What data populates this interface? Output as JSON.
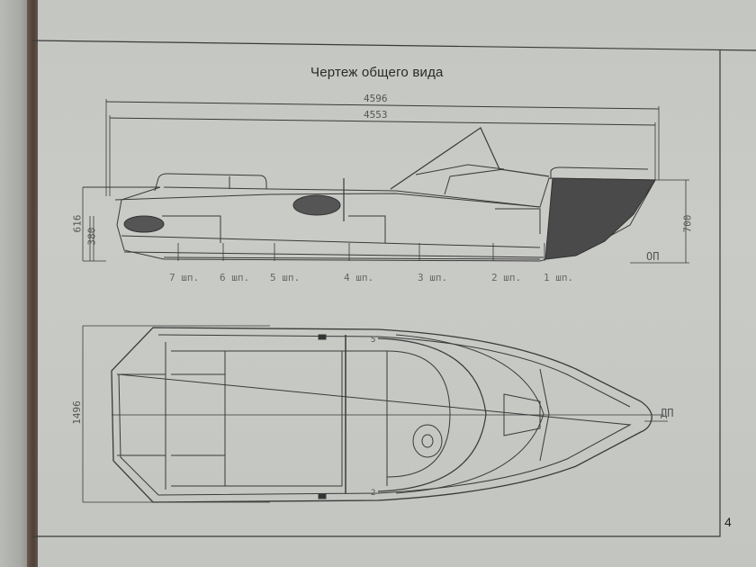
{
  "page": {
    "title": "Чертеж общего вида",
    "page_number": "4"
  },
  "side_view": {
    "dimensions": {
      "overall_length": "4596",
      "hull_length": "4553",
      "transom_height": "616",
      "transom_lower": "380",
      "bow_height": "700"
    },
    "baseline_label": "ОП",
    "frames": [
      "7 шп.",
      "6 шп.",
      "5 шп.",
      "4 шп.",
      "3 шп.",
      "2 шп.",
      "1 шп."
    ]
  },
  "top_view": {
    "dimensions": {
      "beam": "1496"
    },
    "centerline_label": "ДП",
    "seat_marks": [
      "5",
      "2"
    ]
  },
  "colors": {
    "paper": "#c6c8c4",
    "line": "#3a3a3a",
    "spine": "#4e3f37"
  }
}
